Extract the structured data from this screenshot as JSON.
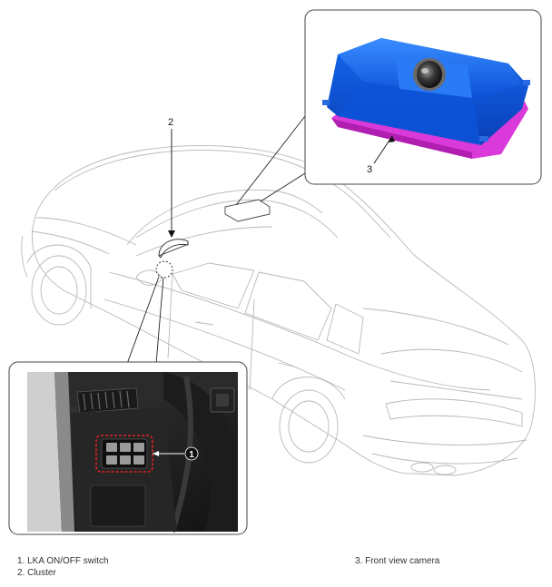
{
  "callouts": {
    "n1": "1",
    "n2": "2",
    "n3": "3"
  },
  "legend": {
    "item1": "1. LKA ON/OFF switch",
    "item2": "2. Cluster",
    "item3": "3. Front view camera"
  }
}
